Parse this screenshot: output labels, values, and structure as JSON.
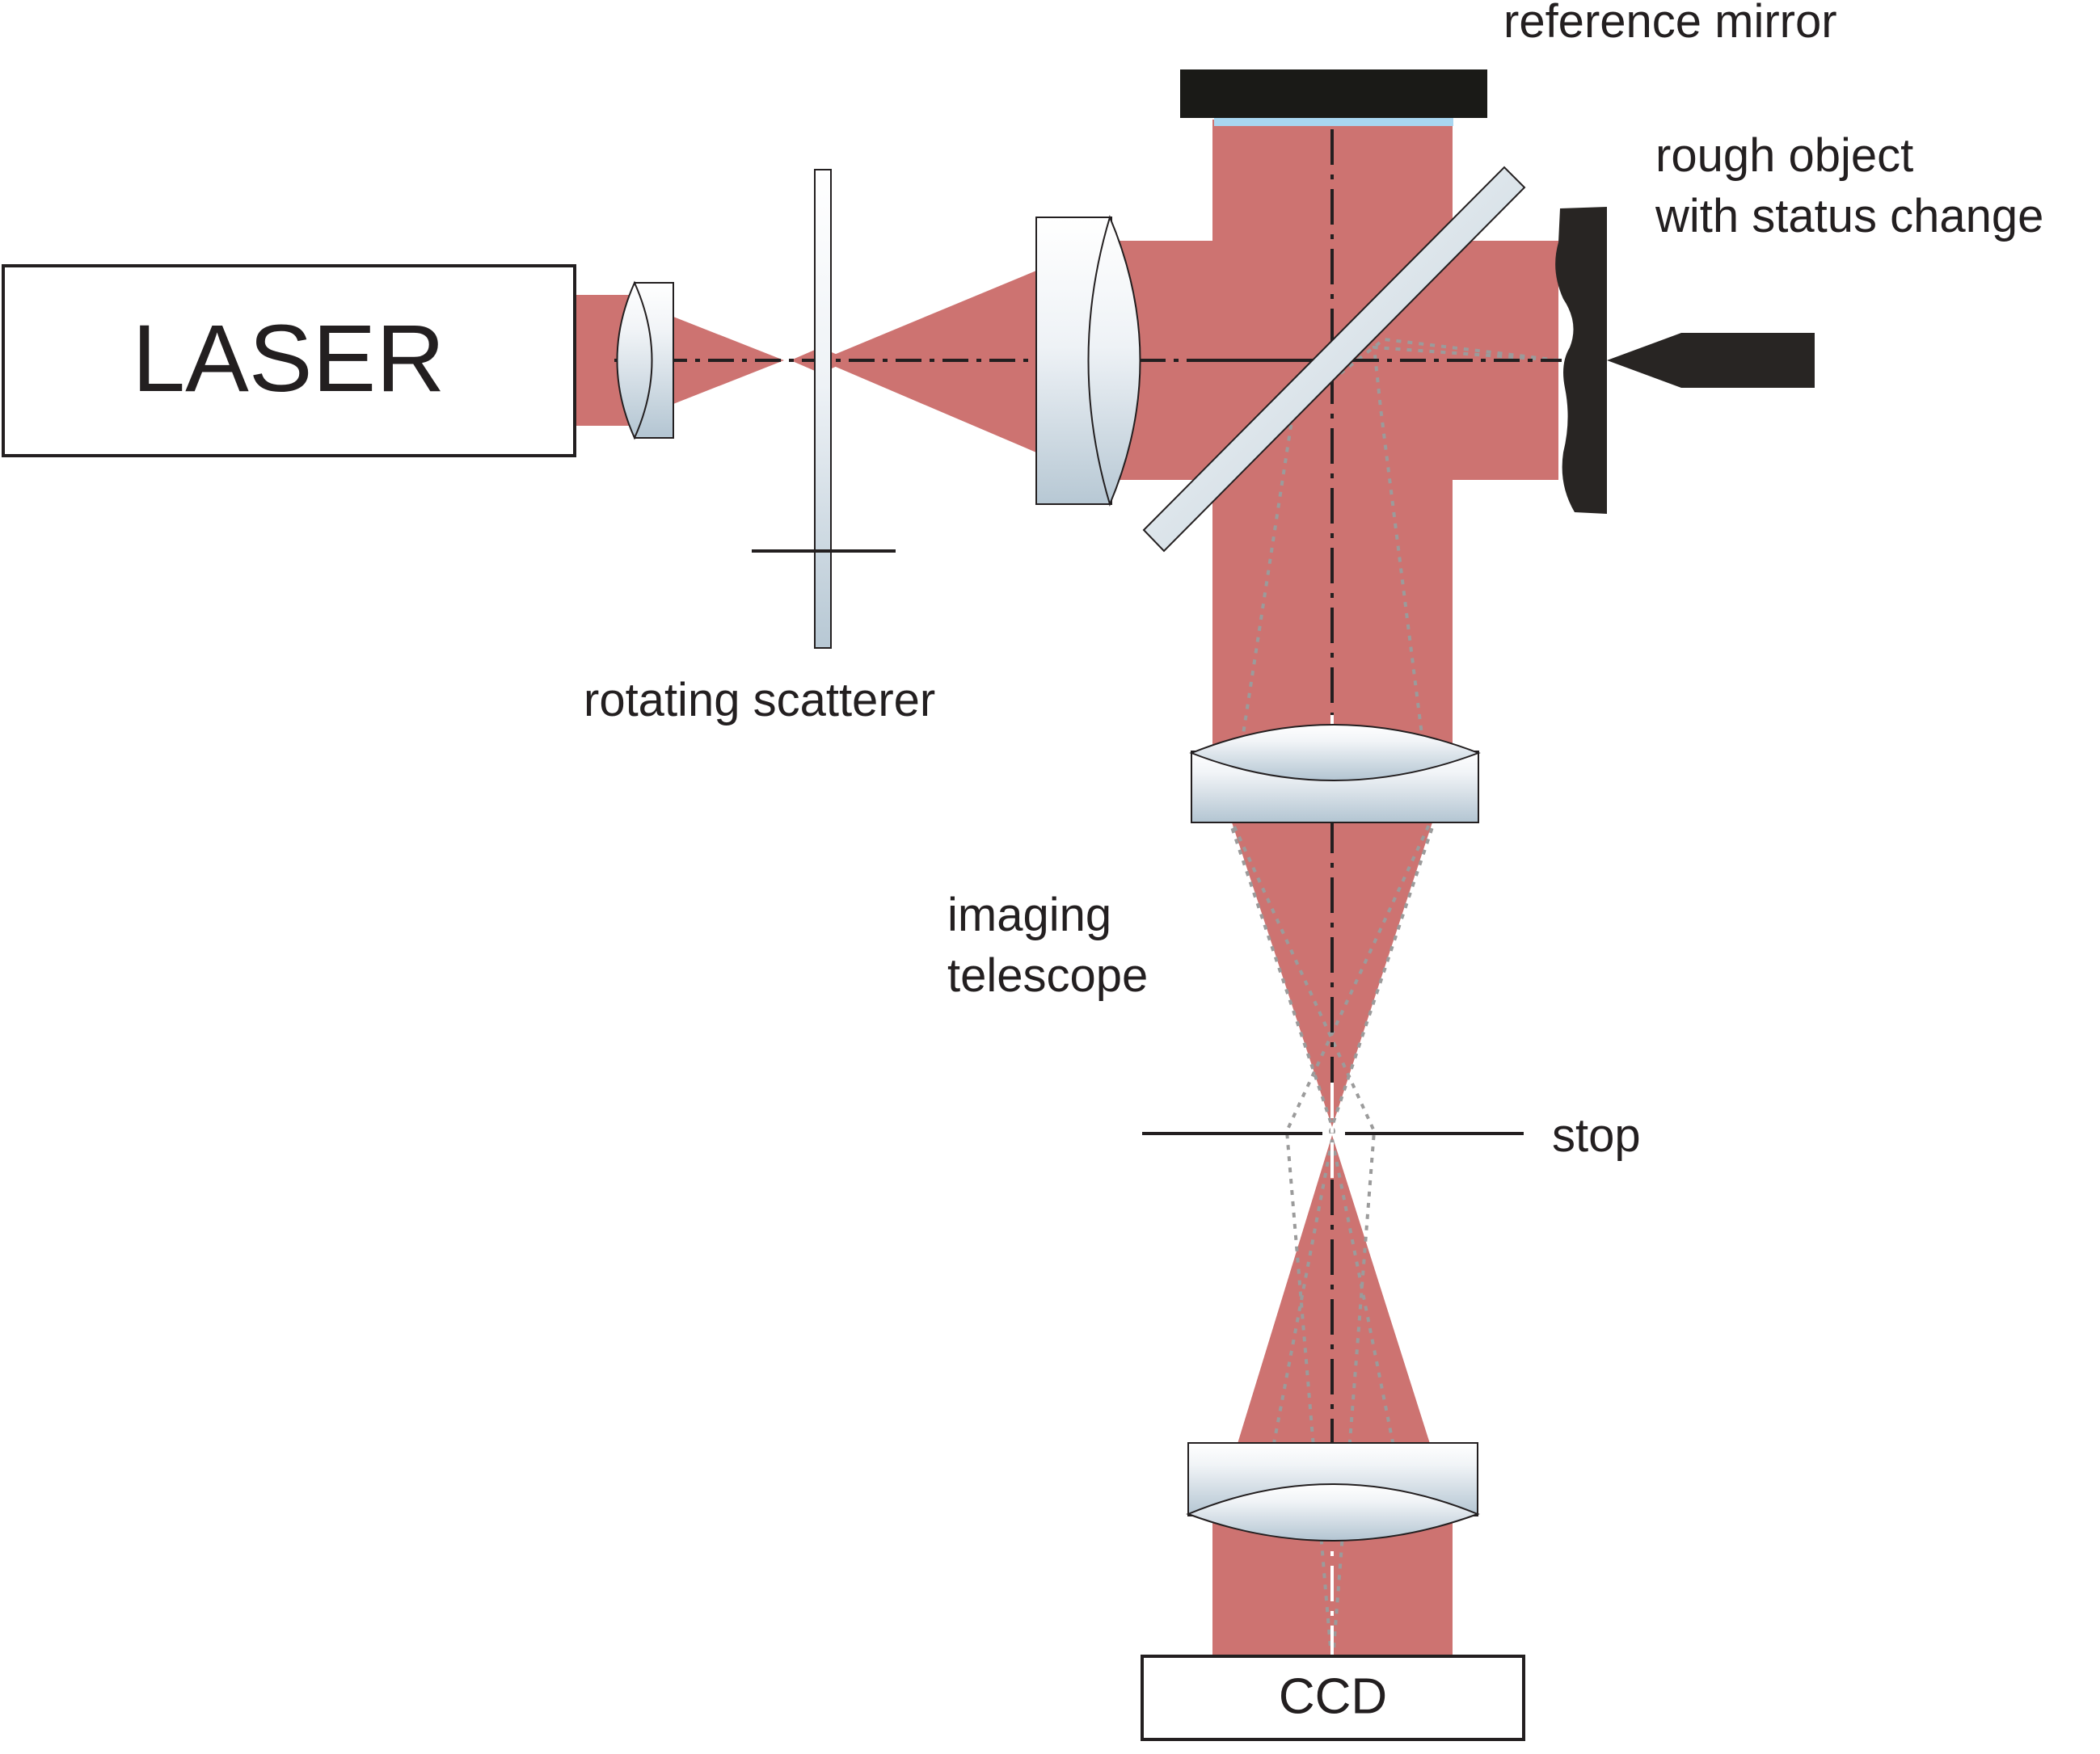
{
  "labels": {
    "laser": "LASER",
    "reference_mirror": "reference mirror",
    "rough_object_line1": "rough object",
    "rough_object_line2": "with status change",
    "rotating_scatterer": "rotating scatterer",
    "imaging_line1": "imaging",
    "imaging_line2": "telescope",
    "stop": "stop",
    "ccd": "CCD"
  },
  "colors": {
    "beam": "#cd7371",
    "mirror": "#1a1a17",
    "mirror_coating": "#a9d6f0",
    "object": "#282523",
    "line": "#231f20"
  }
}
